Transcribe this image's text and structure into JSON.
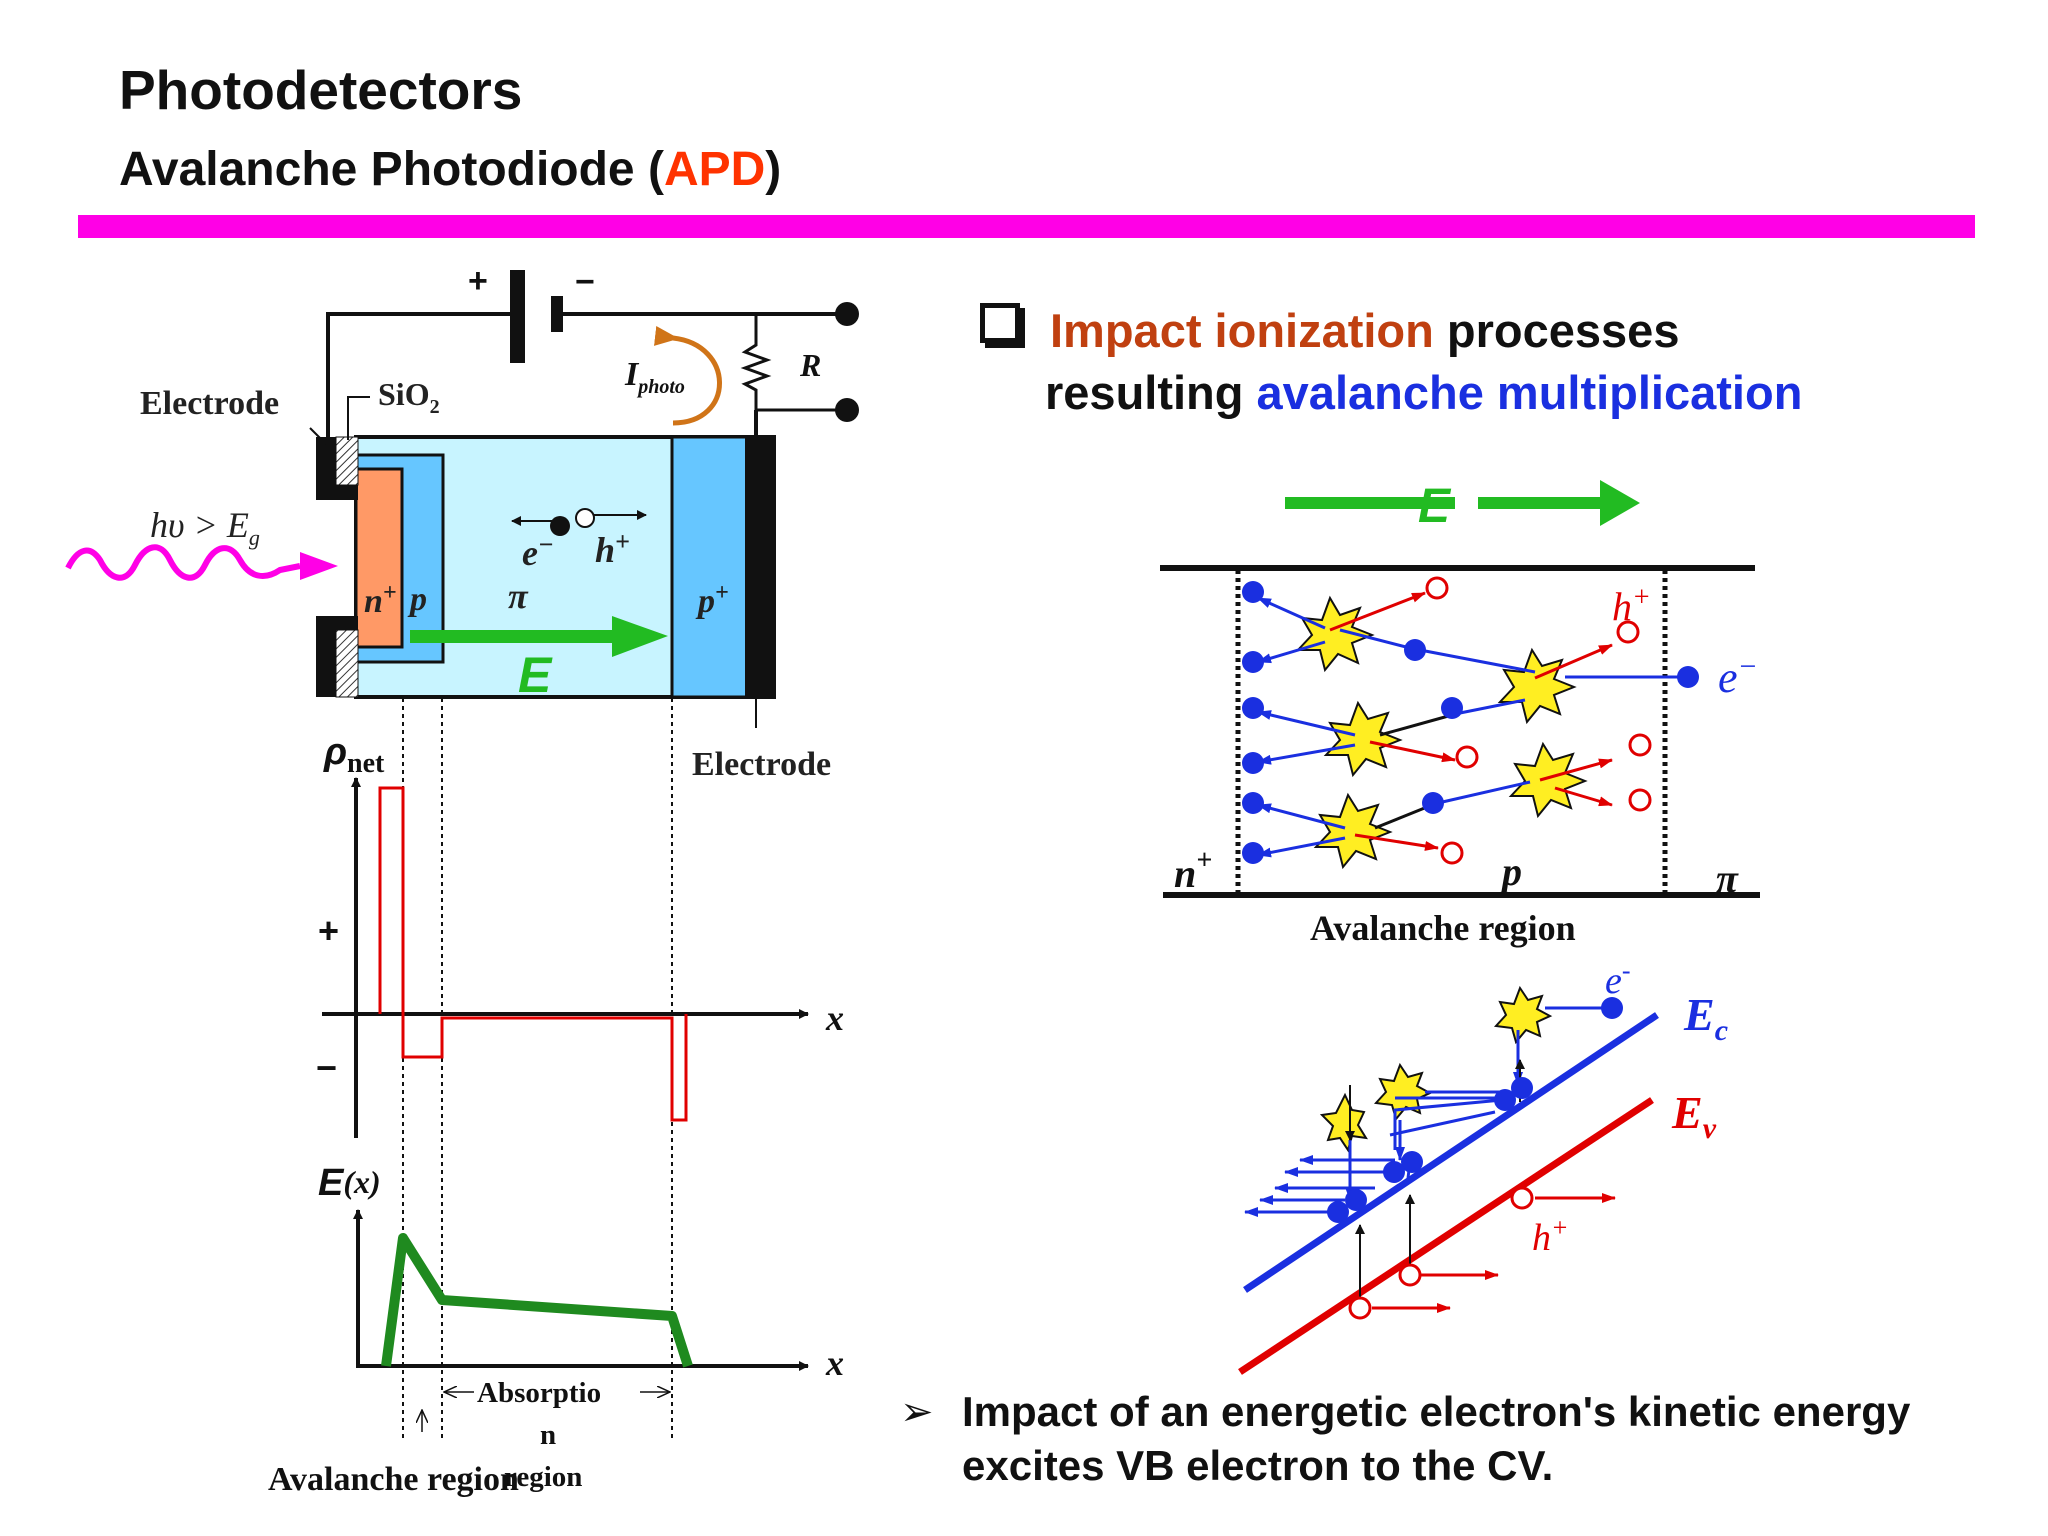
{
  "header": {
    "title": "Photodetectors",
    "subtitle_prefix": "Avalanche Photodiode (",
    "subtitle_acronym": "APD",
    "subtitle_suffix": ")"
  },
  "colors": {
    "rule": "#ff00e6",
    "acronym": "#ff3300",
    "impact_highlight": "#c04010",
    "avalanche_highlight": "#1a2fe0",
    "field_arrow": "#22bb22",
    "electron": "#1a2fe0",
    "hole": "#e00000",
    "photon": "#ff00e6",
    "body_fill": "#c8f4ff",
    "p_layer_fill": "#66c6ff",
    "n_layer_fill": "#ff9966"
  },
  "device": {
    "electrode_label": "Electrode",
    "sio2_label": "SiO",
    "sio2_sub": "2",
    "photon_h": "hυ",
    "photon_gt": " > ",
    "photon_E": "E",
    "photon_sub": "g",
    "current_I": "I",
    "current_sub": "photo",
    "resistor_label": "R",
    "battery_plus": "+",
    "battery_minus": "−",
    "electron_label": "e",
    "electron_sup": "−",
    "hole_label": "h",
    "hole_sup": "+",
    "n_plus": "n",
    "n_plus_sup": "+",
    "p": "p",
    "pi": "π",
    "p_plus": "p",
    "p_plus_sup": "+",
    "field_label": "E",
    "electrode_label_right": "Electrode"
  },
  "charge_plot": {
    "ylabel": "ρ",
    "ylabel_sub": "net",
    "plus": "+",
    "minus": "−",
    "xlabel": "x"
  },
  "field_plot": {
    "ylabel": "E",
    "ylabel_paren": "(x)",
    "xlabel": "x",
    "absorption_label_1": "Absorptio",
    "absorption_label_2": "n",
    "absorption_label_3": "region",
    "avalanche_label": "Avalanche region"
  },
  "bullet1": {
    "part1": "Impact ionization",
    "part2": " processes",
    "part3": "resulting ",
    "part4": "avalanche multiplication"
  },
  "avalanche_diagram": {
    "field_label": "E",
    "hole_label": "h",
    "hole_sup": "+",
    "electron_label": "e",
    "electron_sup": "−",
    "n_plus": "n",
    "n_plus_sup": "+",
    "p": "p",
    "pi": "π",
    "caption": "Avalanche region"
  },
  "band_diagram": {
    "ec_label": "E",
    "ec_sub": "c",
    "ev_label": "E",
    "ev_sub": "v",
    "electron_label": "e",
    "electron_sup": "-",
    "hole_label": "h",
    "hole_sup": "+"
  },
  "bullet2": {
    "arrow": "➢",
    "line1": "Impact of an energetic electron's kinetic energy",
    "line2": "excites VB electron to the CV."
  }
}
